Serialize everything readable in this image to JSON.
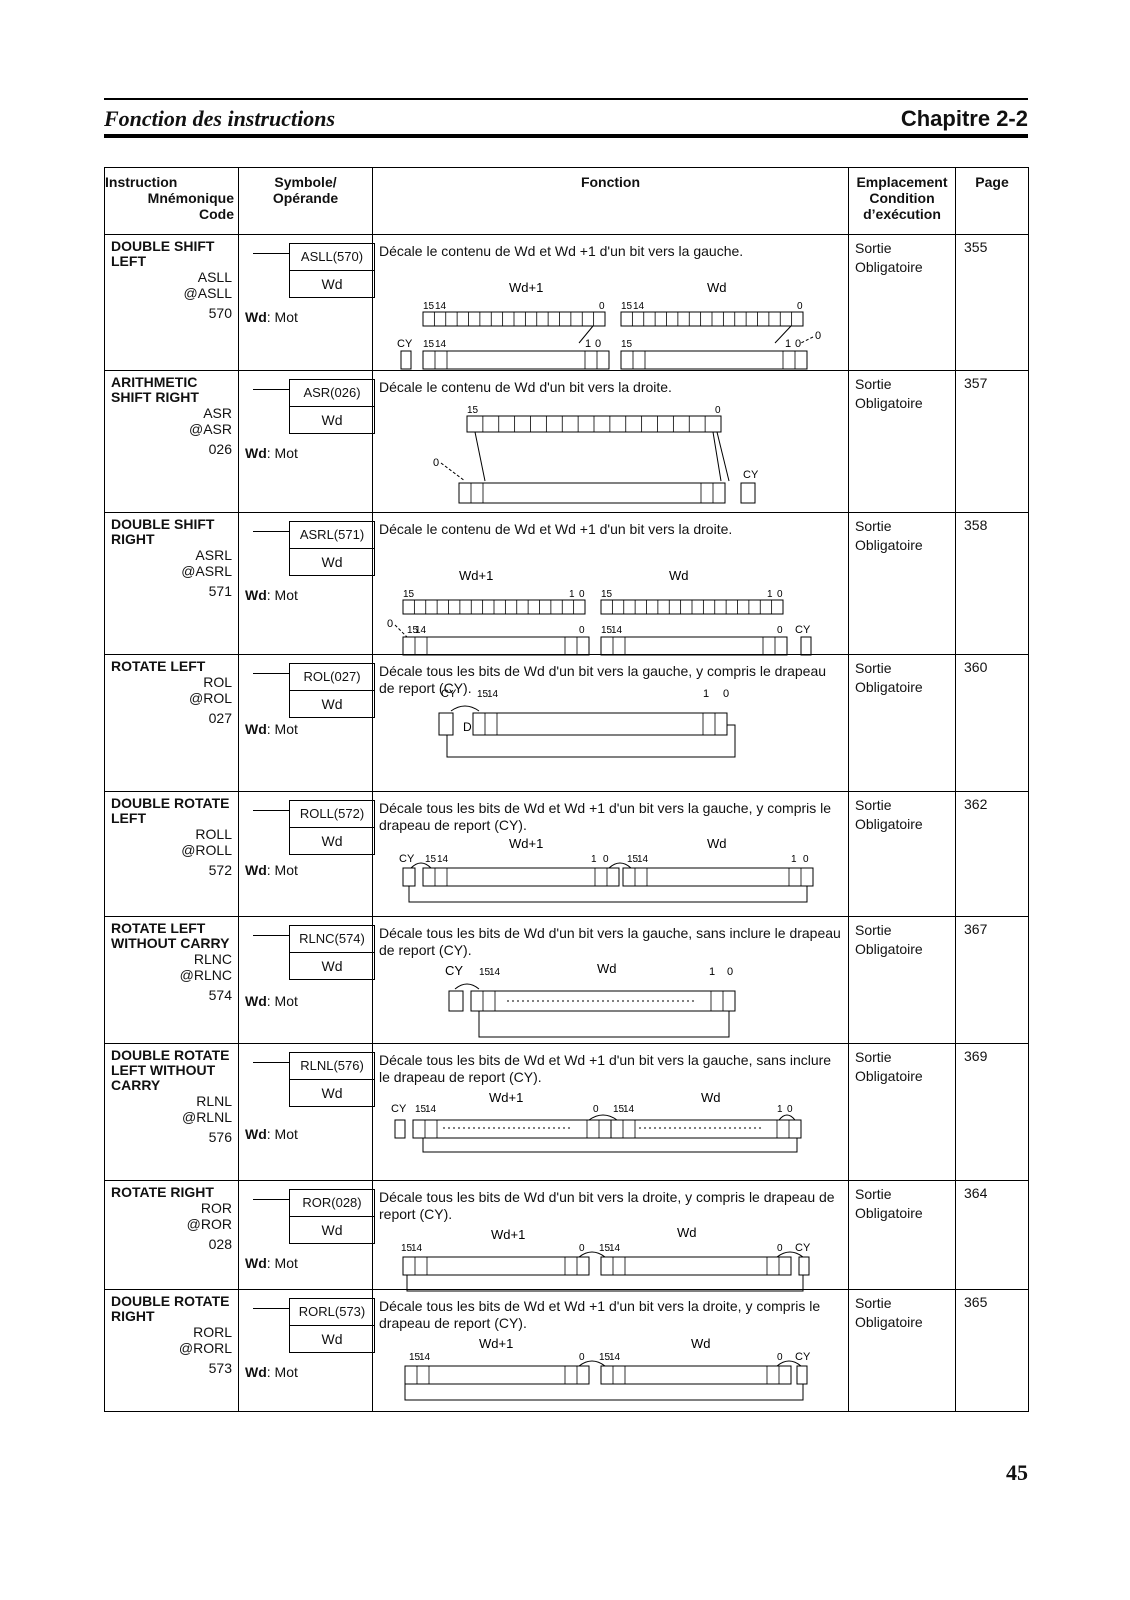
{
  "header": {
    "section": "Fonction des instructions",
    "chapter": "Chapitre 2-2"
  },
  "columns": {
    "instruction": "Instruction",
    "mnemonic": "Mnémonique",
    "code": "Code",
    "symbol": "Symbole/",
    "operand": "Opérande",
    "function": "Fonction",
    "location1": "Emplacement",
    "location2": "Condition",
    "location3": "d’exécution",
    "page": "Page"
  },
  "operand_desc": ": Mot",
  "rows": [
    {
      "name": "DOUBLE SHIFT LEFT",
      "mnemonic": "ASLL",
      "mnemonic2": "@ASLL",
      "code": "570",
      "symbol": "ASLL(570)",
      "operand": "Wd",
      "operand_label": "Wd",
      "function": "Décale le contenu de Wd et Wd +1 d'un bit vers la gauche.",
      "location": "Sortie",
      "location2": "Obligatoire",
      "page": "355",
      "labels": {
        "w1": "Wd+1",
        "w2": "Wd",
        "b15": "15",
        "b14": "14",
        "b0": "0",
        "cy": "CY",
        "b1": "1",
        "zero": "0"
      }
    },
    {
      "name": "ARITHMETIC SHIFT RIGHT",
      "mnemonic": "ASR",
      "mnemonic2": "@ASR",
      "code": "026",
      "symbol": "ASR(026)",
      "operand": "Wd",
      "operand_label": "Wd",
      "function": "Décale le contenu de Wd d'un bit vers la droite.",
      "location": "Sortie",
      "location2": "Obligatoire",
      "page": "357",
      "labels": {
        "b15": "15",
        "b0": "0",
        "zero": "0",
        "cy": "CY"
      }
    },
    {
      "name": "DOUBLE SHIFT RIGHT",
      "mnemonic": "ASRL",
      "mnemonic2": "@ASRL",
      "code": "571",
      "symbol": "ASRL(571)",
      "operand": "Wd",
      "operand_label": "Wd",
      "function": "Décale le contenu de Wd et Wd +1 d'un bit vers la droite.",
      "location": "Sortie",
      "location2": "Obligatoire",
      "page": "358",
      "labels": {
        "w1": "Wd+1",
        "w2": "Wd",
        "b15": "15",
        "b14": "14",
        "b1": "1",
        "b0": "0",
        "zero": "0",
        "cy": "CY"
      }
    },
    {
      "name": "ROTATE LEFT",
      "mnemonic": "ROL",
      "mnemonic2": "@ROL",
      "code": "027",
      "symbol": "ROL(027)",
      "operand": "Wd",
      "operand_label": "Wd",
      "function": "Décale tous les bits de Wd d'un bit vers la gauche, y compris le drapeau de report (CY).",
      "location": "Sortie",
      "location2": "Obligatoire",
      "page": "360",
      "labels": {
        "cy": "CY",
        "b15": "15",
        "b14": "14",
        "b1": "1",
        "b0": "0",
        "d": "D"
      }
    },
    {
      "name": "DOUBLE ROTATE LEFT",
      "mnemonic": "ROLL",
      "mnemonic2": "@ROLL",
      "code": "572",
      "symbol": "ROLL(572)",
      "operand": "Wd",
      "operand_label": "Wd",
      "function": "Décale tous les bits de Wd et Wd +1 d'un bit vers la gauche, y compris le drapeau de report (CY).",
      "location": "Sortie",
      "location2": "Obligatoire",
      "page": "362",
      "labels": {
        "w1": "Wd+1",
        "w2": "Wd",
        "cy": "CY",
        "b15": "15",
        "b14": "14",
        "b1": "1",
        "b0": "0"
      }
    },
    {
      "name": "ROTATE LEFT WITHOUT CARRY",
      "mnemonic": "RLNC",
      "mnemonic2": "@RLNC",
      "code": "574",
      "symbol": "RLNC(574)",
      "operand": "Wd",
      "operand_label": "Wd",
      "function": "Décale tous les bits de Wd d'un bit vers la gauche, sans inclure le drapeau de report (CY).",
      "location": "Sortie",
      "location2": "Obligatoire",
      "page": "367",
      "labels": {
        "w2": "Wd",
        "cy": "CY",
        "b15": "15",
        "b14": "14",
        "b1": "1",
        "b0": "0"
      }
    },
    {
      "name": "DOUBLE ROTATE LEFT WITHOUT CARRY",
      "mnemonic": "RLNL",
      "mnemonic2": "@RLNL",
      "code": "576",
      "symbol": "RLNL(576)",
      "operand": "Wd",
      "operand_label": "Wd",
      "function": "Décale tous les bits de Wd et Wd +1 d'un bit vers la gauche, sans inclure le drapeau de report (CY).",
      "location": "Sortie",
      "location2": "Obligatoire",
      "page": "369",
      "labels": {
        "w1": "Wd+1",
        "w2": "Wd",
        "cy": "CY",
        "b15": "15",
        "b14": "14",
        "b1": "1",
        "b0": "0"
      }
    },
    {
      "name": "ROTATE RIGHT",
      "mnemonic": "ROR",
      "mnemonic2": "@ROR",
      "code": "028",
      "symbol": "ROR(028)",
      "operand": "Wd",
      "operand_label": "Wd",
      "function": "Décale tous les bits de Wd d'un bit vers la droite, y compris le drapeau de report (CY).",
      "location": "Sortie",
      "location2": "Obligatoire",
      "page": "364",
      "labels": {
        "w1": "Wd+1",
        "w2": "Wd",
        "b15": "15",
        "b14": "14",
        "b0": "0",
        "cy": "CY"
      }
    },
    {
      "name": "DOUBLE ROTATE RIGHT",
      "mnemonic": "RORL",
      "mnemonic2": "@RORL",
      "code": "573",
      "symbol": "RORL(573)",
      "operand": "Wd",
      "operand_label": "Wd",
      "function": "Décale tous les bits de Wd et Wd +1 d'un bit vers la droite, y compris le drapeau de report (CY).",
      "location": "Sortie",
      "location2": "Obligatoire",
      "page": "365",
      "labels": {
        "w1": "Wd+1",
        "w2": "Wd",
        "b15": "15",
        "b14": "14",
        "b0": "0",
        "cy": "CY"
      }
    }
  ],
  "page_number": "45"
}
